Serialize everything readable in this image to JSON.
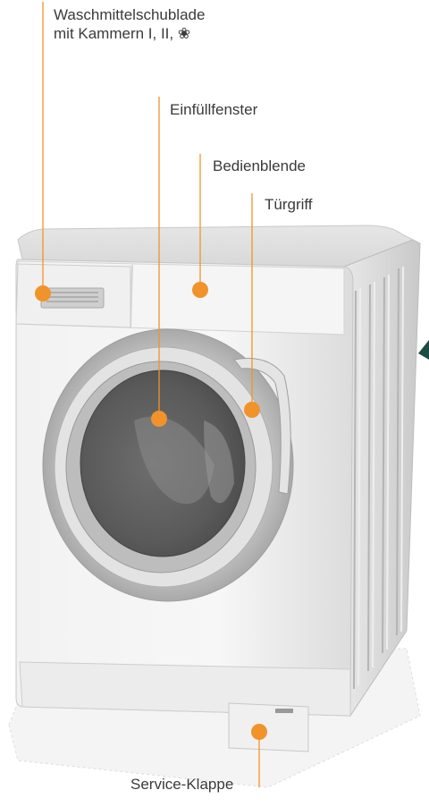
{
  "colors": {
    "accent": "#f0932b",
    "leader_line": "#f0932b",
    "text": "#3a3a3a",
    "corner_mark": "#1f4b45"
  },
  "labels": {
    "detergent_drawer": {
      "line1": "Waschmittelschublade",
      "line2": "mit Kammern I, II, ❀"
    },
    "loading_window": "Einfüllfenster",
    "control_panel": "Bedienblende",
    "door_handle": "Türgriff",
    "service_flap": "Service-Klappe"
  }
}
